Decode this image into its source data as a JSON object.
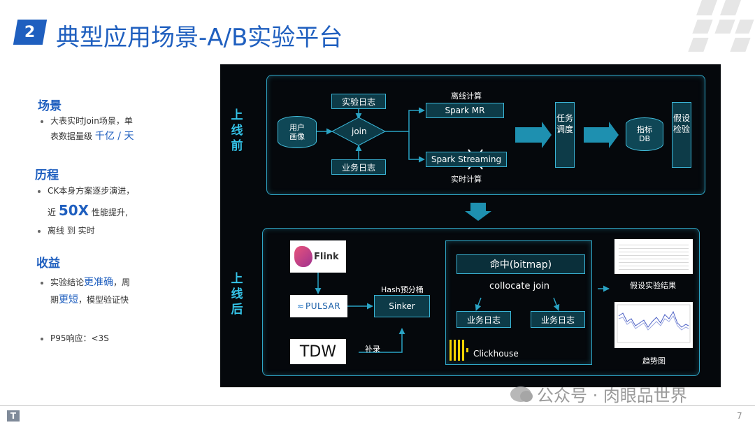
{
  "header": {
    "section_number": "2",
    "title": "典型应用场景-A/B实验平台"
  },
  "left": {
    "scene": {
      "heading": "场景",
      "line1": "大表实时Join场景，单",
      "line2_prefix": "表数据量级",
      "line2_highlight": "千亿 / 天"
    },
    "history": {
      "heading": "历程",
      "line1": "CK本身方案逐步演进，",
      "line2_prefix": "近",
      "line2_big": "50X",
      "line2_suffix": "性能提升,",
      "line3": "离线 到 实时"
    },
    "benefit": {
      "heading": "收益",
      "line1_prefix": "实验结论",
      "line1_hl": "更准确",
      "line1_suffix": "，周",
      "line2_prefix": "期",
      "line2_hl": "更短",
      "line2_suffix": "，模型验证快"
    },
    "p95": "P95响应：<3S"
  },
  "diagram": {
    "before_label": "上线前",
    "after_label": "上线后",
    "user_profile": "用户画像",
    "experiment_log": "实验日志",
    "business_log": "业务日志",
    "join": "join",
    "offline_calc": "离线计算",
    "spark_mr": "Spark MR",
    "spark_streaming": "Spark Streaming",
    "realtime_calc": "实时计算",
    "task_schedule": "任务调度",
    "metrics_db": "指标DB",
    "hypothesis_test": "假设检验",
    "flink": "Flink",
    "pulsar": "PULSAR",
    "tdw": "TDW",
    "hash_prebucket": "Hash预分桶",
    "sinker": "Sinker",
    "backfill": "补录",
    "hit_bitmap": "命中(bitmap)",
    "collocate_join": "collocate join",
    "biz_log_1": "业务日志",
    "biz_log_2": "业务日志",
    "clickhouse": "Clickhouse",
    "result_caption": "假设实验结果",
    "trend_caption": "趋势图"
  },
  "footer": {
    "page_number": "7",
    "watermark": "公众号 · 肉眼品世界",
    "logo_glyph": "T"
  },
  "colors": {
    "accent": "#1f5fbf",
    "diagram_bg": "#05080c",
    "diagram_line": "#2fa6c6",
    "arrow": "#2aa3c4"
  }
}
